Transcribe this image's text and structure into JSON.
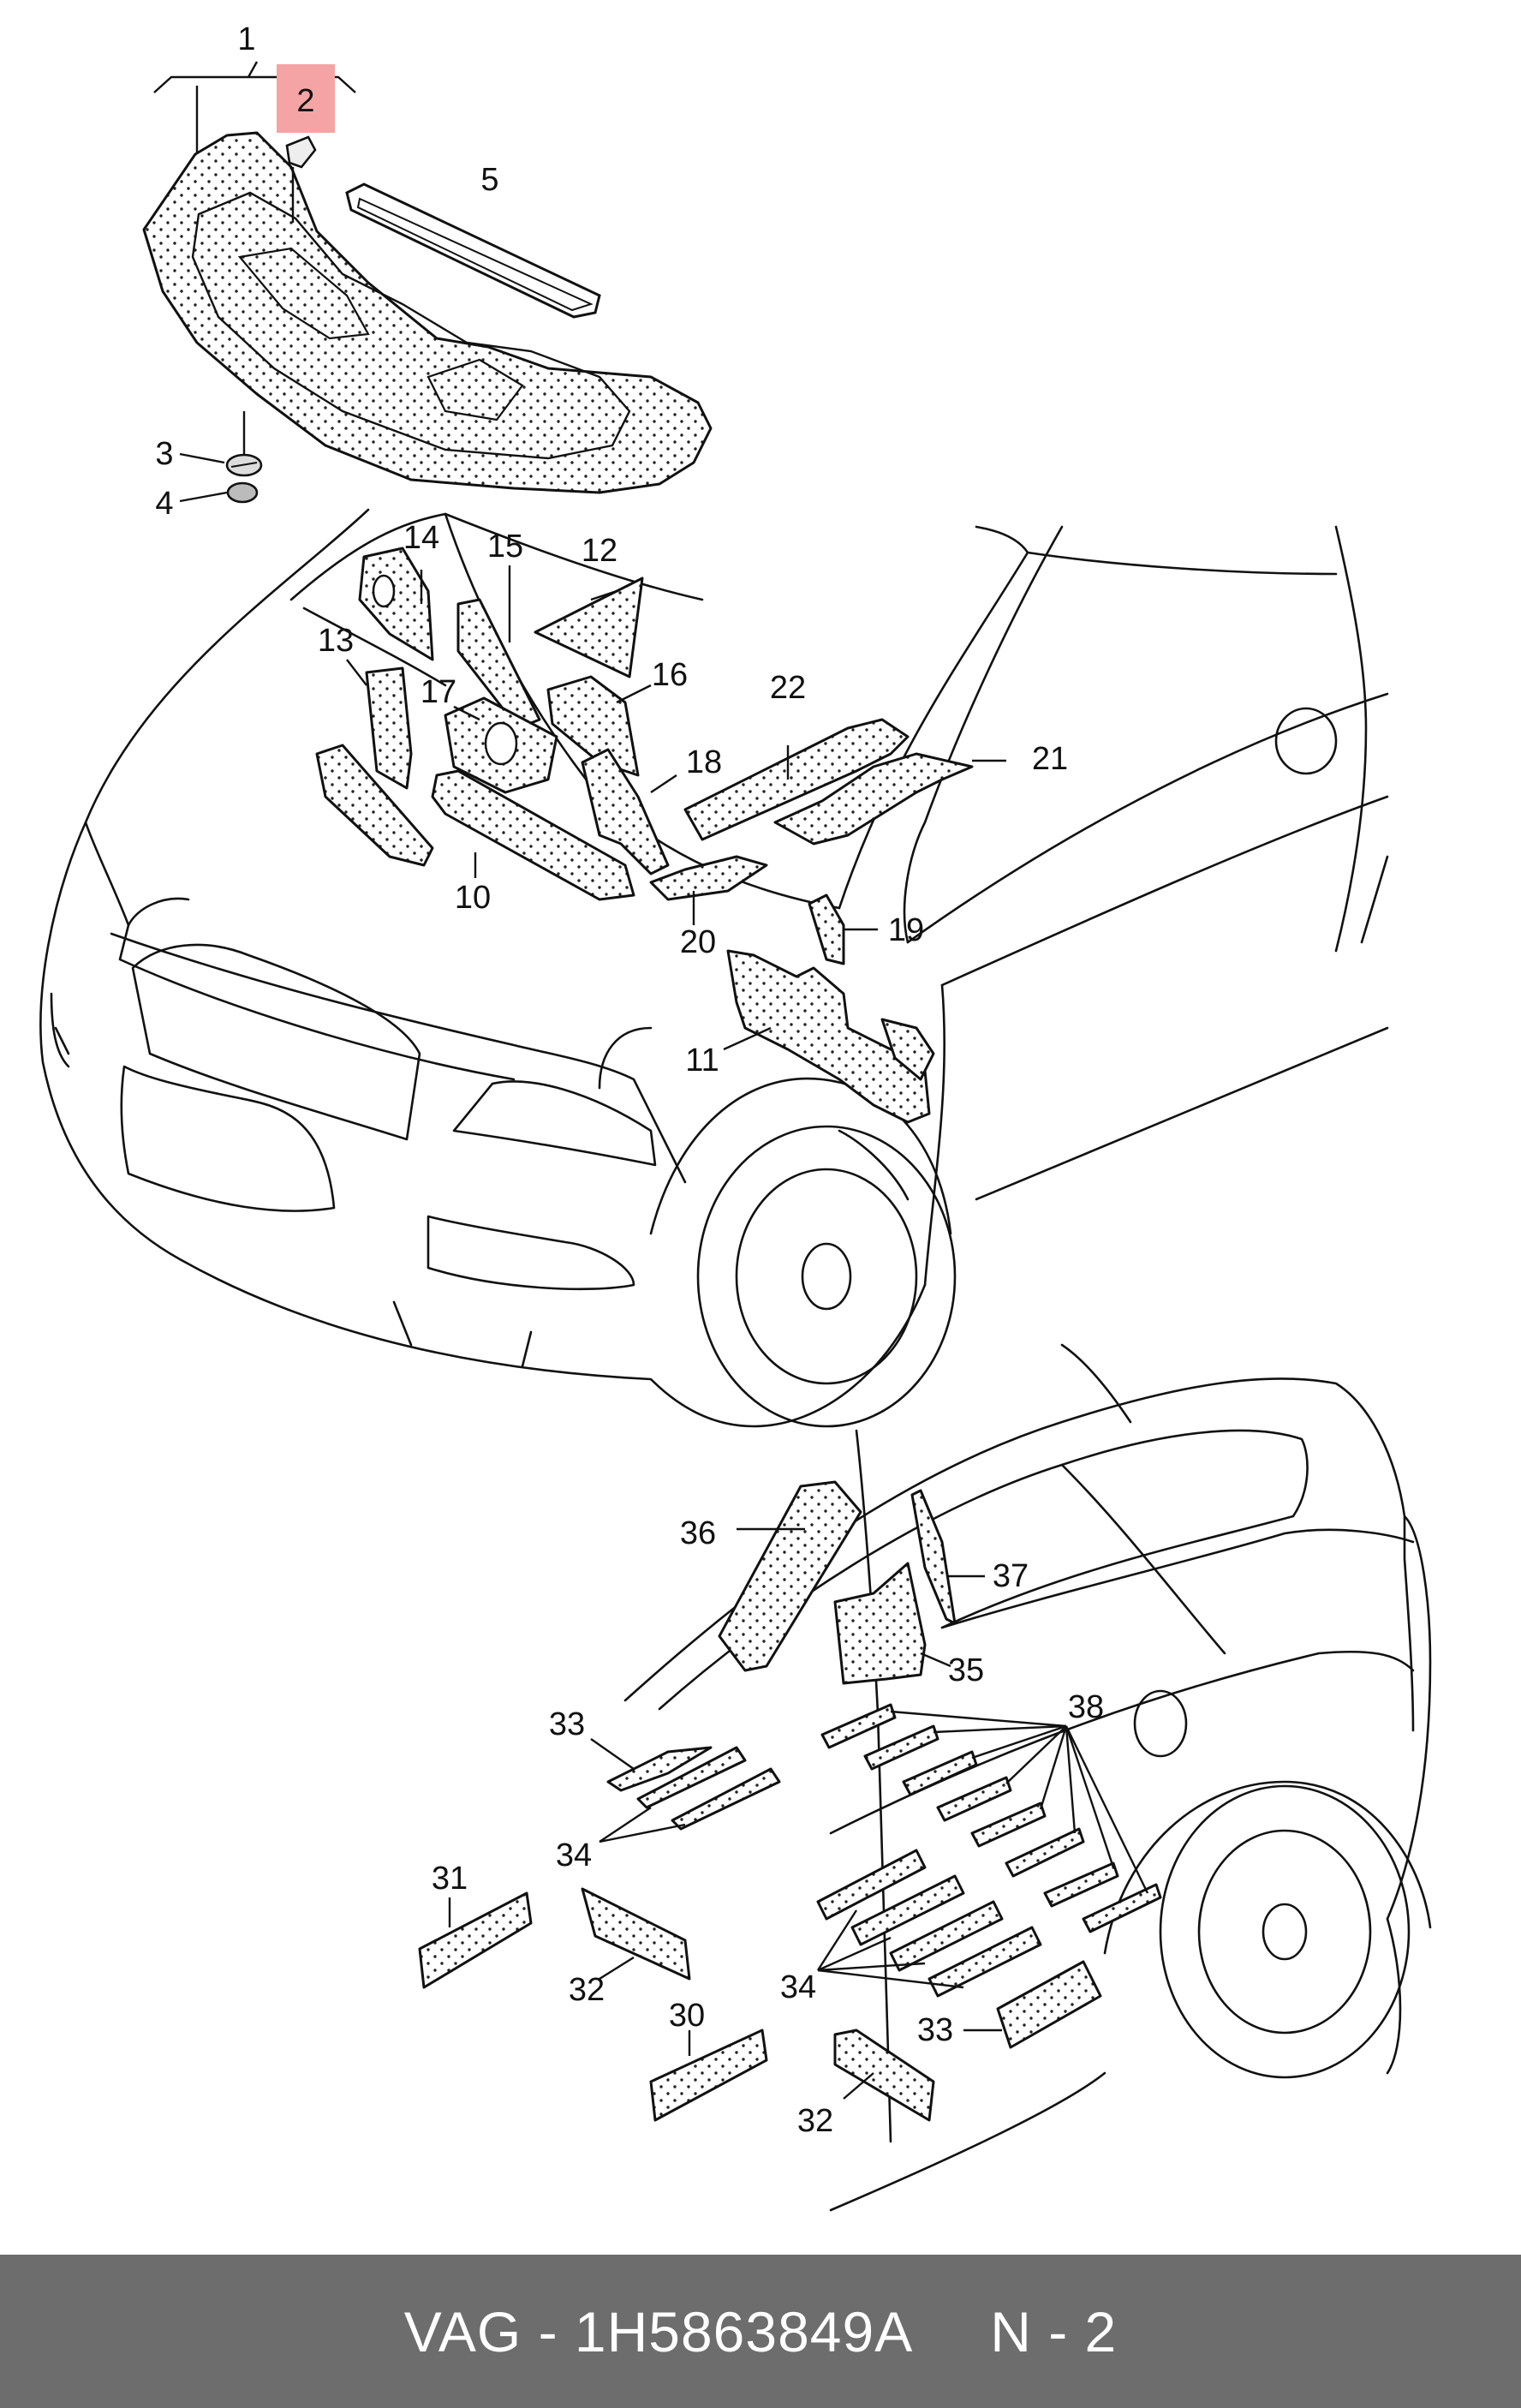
{
  "callouts": {
    "c1": "1",
    "c2": "2",
    "c3": "3",
    "c4": "4",
    "c5": "5",
    "c10": "10",
    "c11": "11",
    "c12": "12",
    "c13": "13",
    "c14": "14",
    "c15": "15",
    "c16": "16",
    "c17": "17",
    "c18": "18",
    "c19": "19",
    "c20": "20",
    "c21": "21",
    "c22": "22",
    "c30": "30",
    "c31": "31",
    "c32a": "32",
    "c32b": "32",
    "c33a": "33",
    "c33b": "33",
    "c34a": "34",
    "c34b": "34",
    "c35": "35",
    "c36": "36",
    "c37": "37",
    "c38": "38"
  },
  "highlight": {
    "color": "#f4a4a4",
    "target": "2"
  },
  "footer": {
    "brand": "VAG - 1H5863849A",
    "page": "N - 2",
    "background": "#6d6d6d",
    "text_color": "#ffffff"
  }
}
